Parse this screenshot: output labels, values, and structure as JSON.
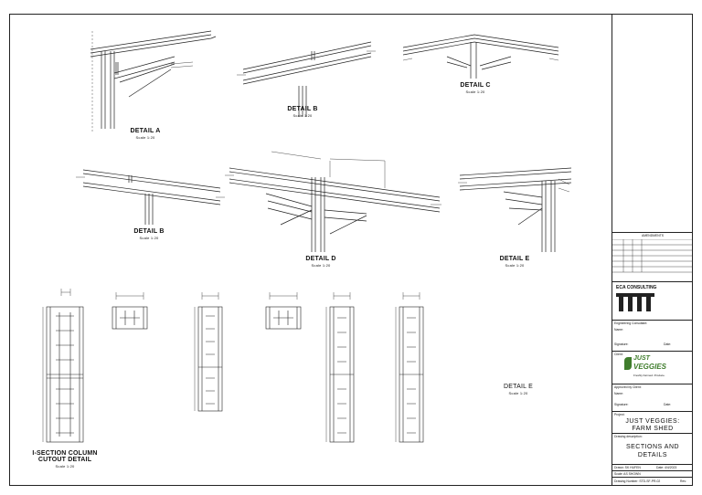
{
  "details": [
    {
      "id": "detail-a",
      "title": "DETAIL A",
      "scale": "Scale 1:20"
    },
    {
      "id": "detail-b-top",
      "title": "DETAIL B",
      "scale": "Scale 1:20"
    },
    {
      "id": "detail-c",
      "title": "DETAIL C",
      "scale": "Scale 1:20"
    },
    {
      "id": "detail-b-mid",
      "title": "DETAIL B",
      "scale": "Scale 1:20"
    },
    {
      "id": "detail-d",
      "title": "DETAIL D",
      "scale": "Scale 1:20"
    },
    {
      "id": "detail-e-mid",
      "title": "DETAIL E",
      "scale": "Scale 1:20"
    },
    {
      "id": "detail-e-low",
      "title": "DETAIL E",
      "scale": "Scale 1:20"
    }
  ],
  "cutout": {
    "title_line1": "I-SECTION COLUMN",
    "title_line2": "CUTOUT DETAIL",
    "scale": "Scale 1:20"
  },
  "title_block": {
    "amendments_header": "AMENDMENTS",
    "company": "ECA CONSULTING",
    "project_label": "Project:",
    "project_line1": "JUST VEGGIES:",
    "project_line2": "FARM SHED",
    "drawing_desc_label": "Drawing description:",
    "drawing_line1": "SECTIONS AND",
    "drawing_line2": "DETAILS",
    "client_label": "Client:",
    "client_logo_line1": "JUST",
    "client_logo_line2": "VEGGIES",
    "client_tagline": "Freshly Farmed. Produce.",
    "engineering_consultant": "Engineering Consultant:",
    "approved_client": "Approved by Client:",
    "name_label": "Name:",
    "signature_label": "Signature:",
    "date_label": "Date:",
    "drawn_by": "Drawn: SK HUFEN",
    "drawn_date": "Date: 4/4/2023",
    "scale_note": "Scale: AS SHOWN",
    "drawing_number": "Drawing Number: STD-SF-PR-02",
    "rev_label": "Rev:"
  }
}
